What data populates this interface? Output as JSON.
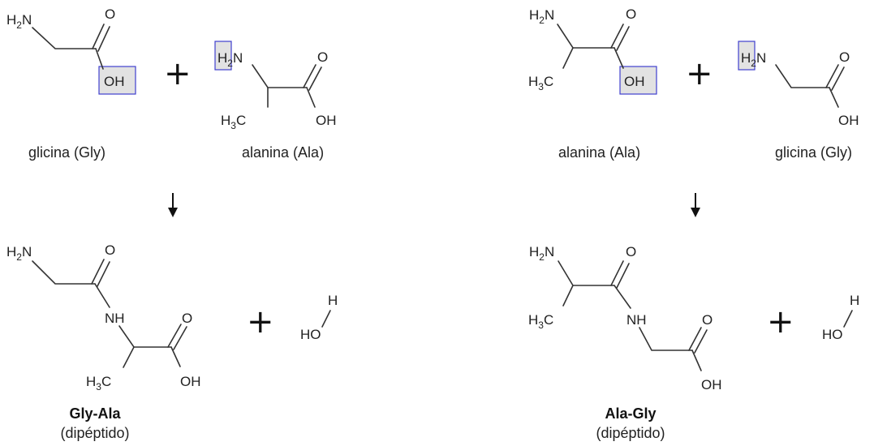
{
  "atoms": {
    "h": "H",
    "h2": "H",
    "n": "N",
    "o": "O",
    "oh": "OH",
    "nh": "NH",
    "ho": "HO",
    "c": "C",
    "two": "2",
    "three": "3"
  },
  "operator_plus": "+",
  "left": {
    "reactant1_name": "glicina (Gly)",
    "reactant2_name": "alanina (Ala)",
    "product_name": "Gly-Ala",
    "product_type": "(dipéptido)"
  },
  "right": {
    "reactant1_name": "alanina (Ala)",
    "reactant2_name": "glicina (Gly)",
    "product_name": "Ala-Gly",
    "product_type": "(dipéptido)"
  },
  "colors": {
    "highlight_fill": "#e2e2e2",
    "highlight_border": "#3f3fcf",
    "ink": "#222222"
  }
}
